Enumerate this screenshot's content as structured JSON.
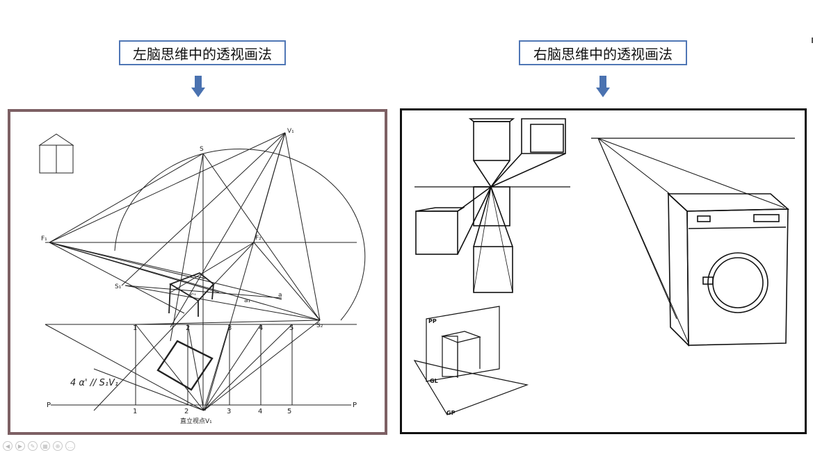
{
  "slide": {
    "left_label": "左脑思维中的透视画法",
    "right_label": "右脑思维中的透视画法"
  },
  "left_drawing": {
    "formula": "4 α' // S₁V₁",
    "point_labels": [
      "1",
      "2",
      "3",
      "4",
      "5"
    ],
    "station_label": "直立视点V₁",
    "picture_plane_label": "P",
    "small_labels": [
      "F₁",
      "F₂",
      "S",
      "S₁",
      "S₂",
      "V₁",
      "C'",
      "a",
      "a₁"
    ]
  },
  "right_drawing": {
    "plane_labels": [
      "PP",
      "GL",
      "GP"
    ]
  },
  "controls": [
    {
      "name": "prev",
      "glyph": "◀"
    },
    {
      "name": "next",
      "glyph": "▶"
    },
    {
      "name": "pen",
      "glyph": "✎"
    },
    {
      "name": "slides",
      "glyph": "▦"
    },
    {
      "name": "zoom",
      "glyph": "⊕"
    },
    {
      "name": "more",
      "glyph": "…"
    }
  ],
  "colors": {
    "label_border": "#4f76b5",
    "arrow": "#4a72b0",
    "left_frame": "#7d6064",
    "right_frame": "#111111"
  }
}
